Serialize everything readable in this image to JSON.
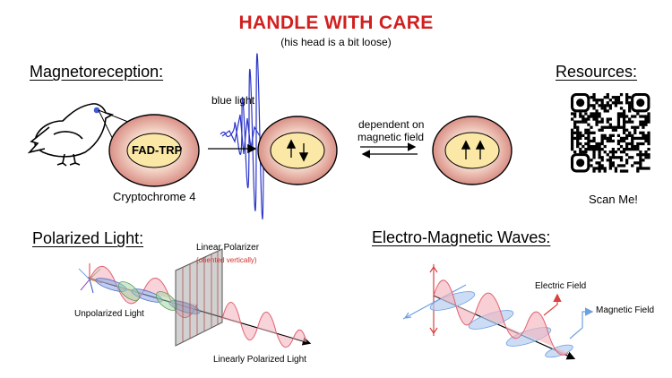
{
  "header": {
    "title": "HANDLE WITH CARE",
    "subtitle": "(his head is a bit loose)"
  },
  "magnetoreception": {
    "heading": "Magnetoreception:",
    "molecule_label": "FAD-TRP",
    "protein_label": "Cryptochrome 4",
    "light_label": "blue light",
    "dependency_label_line1": "dependent on",
    "dependency_label_line2": "magnetic field",
    "spin_state_a": "antiparallel",
    "spin_state_b": "parallel"
  },
  "resources": {
    "heading": "Resources:",
    "qr_caption": "Scan Me!"
  },
  "polarized_light": {
    "heading": "Polarized Light:",
    "polarizer_label": "Linear Polarizer",
    "polarizer_note": "(oriented vertically)",
    "unpolarized_label": "Unpolarized Light",
    "polarized_label": "Linearly Polarized Light"
  },
  "em_waves": {
    "heading": "Electro-Magnetic Waves:",
    "electric_label": "Electric Field",
    "magnetic_label": "Magnetic Field"
  },
  "colors": {
    "title_red": "#d21f1f",
    "wave_red": "#e06070",
    "wave_blue": "#7fa8e0",
    "spin_fill": "#fbe8a6",
    "cell_outer": "#e8b8a8",
    "light_blue": "#2b35c8",
    "note_red": "#d0302a"
  }
}
